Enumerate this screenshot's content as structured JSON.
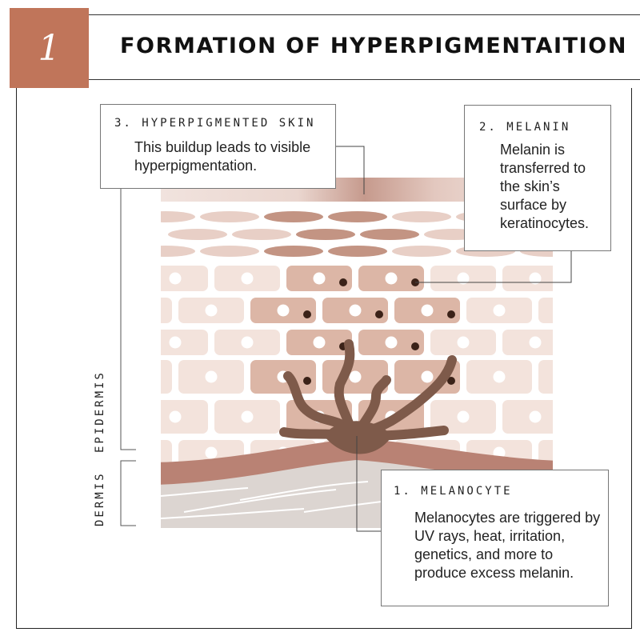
{
  "header": {
    "step_number": "1",
    "title": "FORMATION OF HYPERPIGMENTAITION"
  },
  "layers": {
    "epidermis": "EPIDERMIS",
    "dermis": "DERMIS"
  },
  "callouts": [
    {
      "heading": "1. MELANOCYTE",
      "text": "Melanocytes are triggered by UV rays, heat, irritation, genetics, and more to produce excess melanin."
    },
    {
      "heading": "2. MELANIN",
      "text": "Melanin is transferred to the skin’s surface by keratinocytes."
    },
    {
      "heading": "3. HYPERPIGMENTED SKIN",
      "text": "This buildup leads to visible hyperpigmentation."
    }
  ],
  "colors": {
    "accent": "#c0755a",
    "cell_light": "#f3e3dc",
    "cell_dark": "#dcb6a6",
    "flake_light": "#e8cfc6",
    "flake_dark": "#c39483",
    "melanin": "#3b2218",
    "melanocyte": "#7e5a4a",
    "basal": "#b98274",
    "dermis": "#dcd5d1"
  }
}
